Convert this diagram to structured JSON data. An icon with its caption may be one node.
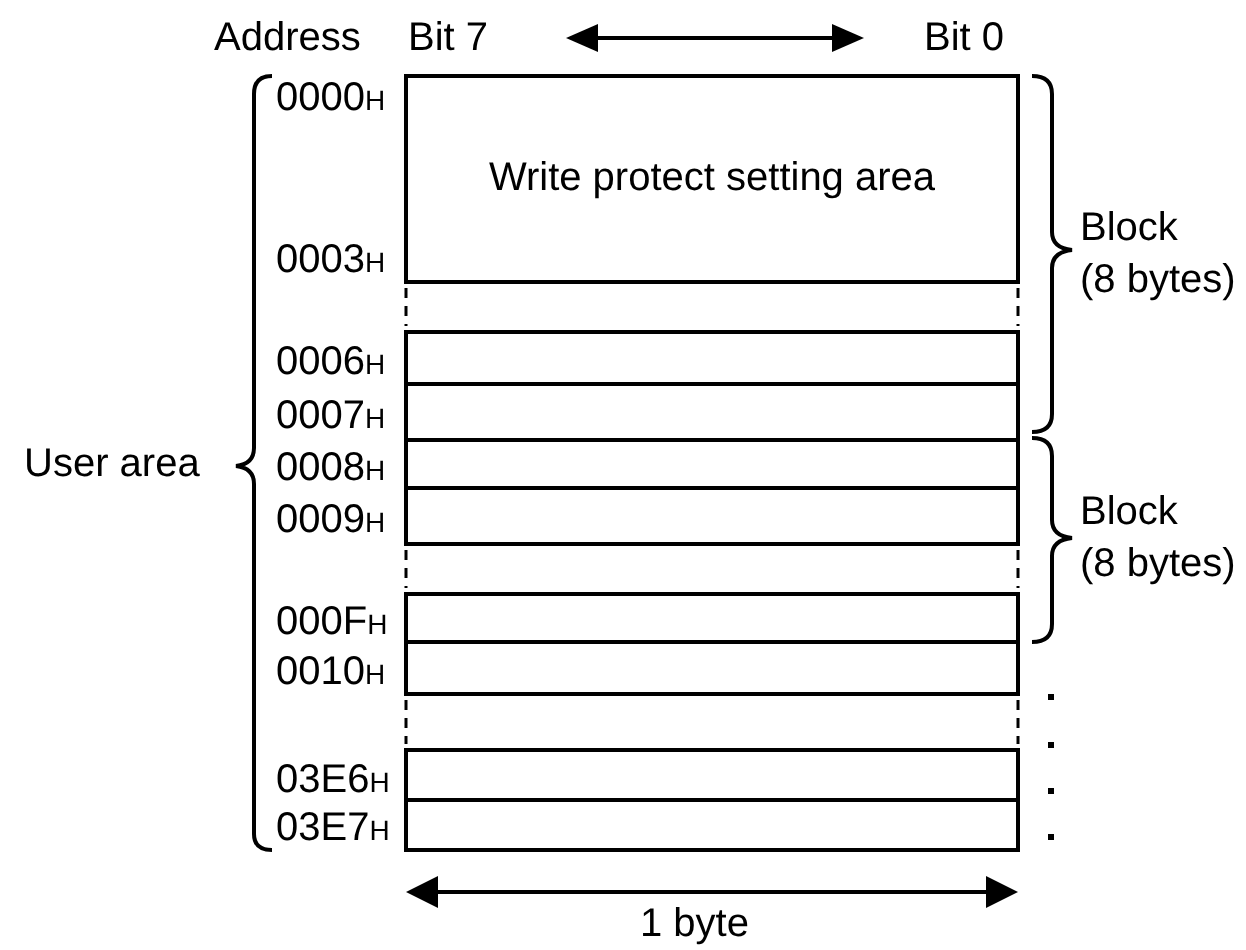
{
  "diagram": {
    "nodes": [
      {
        "text": [
          "Write protect setting area"
        ],
        "beside": [
          "0000$_{H}$",
          "0003$_{H}$"
        ]
      },
      {
        "text": [],
        "shape": "box",
        "beside": [
          "0006$_{H}$"
        ]
      },
      {
        "text": [],
        "shape": "box",
        "beside": [
          "0007$_{H}$"
        ]
      },
      {
        "text": [],
        "shape": "box",
        "beside": [
          "0008$_{H}$"
        ]
      },
      {
        "text": [],
        "shape": "box",
        "beside": [
          "0009$_{H}$"
        ]
      },
      {
        "text": [],
        "shape": "box",
        "beside": [
          "000F$_{H}$"
        ]
      },
      {
        "text": [],
        "shape": "box",
        "beside": [
          "0010$_{H}$"
        ]
      },
      {
        "text": [],
        "shape": "box",
        "beside": [
          "03E6$_{H}$"
        ]
      },
      {
        "text": [],
        "shape": "box",
        "beside": [
          "03E7$_{H}$"
        ]
      }
    ],
    "labels": [
      "Address",
      "Bit 7",
      "Bit 0",
      "Block (8 bytes)",
      "User area",
      "Block (8 bytes)",
      "1 byte"
    ]
  }
}
